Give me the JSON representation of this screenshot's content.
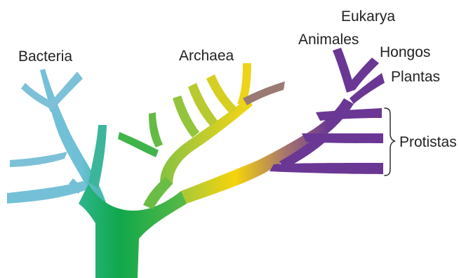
{
  "labels": {
    "bacteria": "Bacteria",
    "archaea": "Archaea",
    "eukarya": "Eukarya",
    "animales": "Animales",
    "hongos": "Hongos",
    "plantas": "Plantas",
    "protistas": "Protistas"
  },
  "colors": {
    "bacteria": "#7cc1d8",
    "bacteria_mid": "#3fb7a8",
    "trunk": "#12a850",
    "archaea_base": "#7cc042",
    "archaea_tip": "#f2d615",
    "root_junction": "#f5d40a",
    "eukarya_mid": "#a5786a",
    "eukarya": "#6a3795",
    "archaea_tip_brown": "#9a7a72"
  }
}
